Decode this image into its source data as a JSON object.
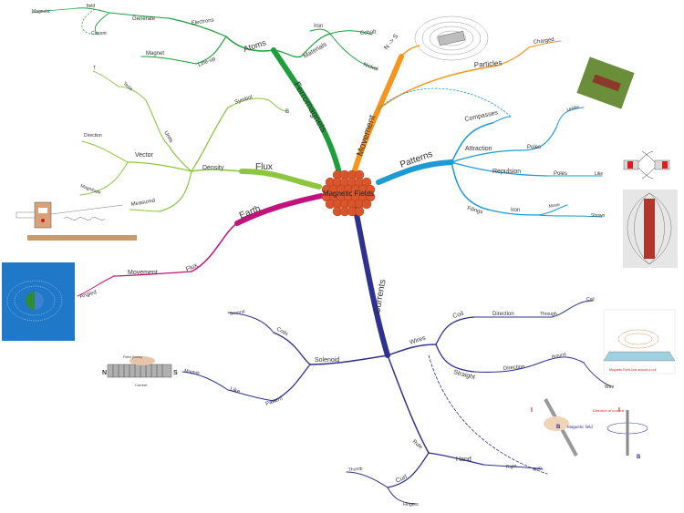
{
  "center": {
    "label": "Magnetic Fields"
  },
  "colors": {
    "green": "#1f9e3c",
    "lime": "#8cc63f",
    "orange": "#f7941d",
    "cyan": "#1b9ad6",
    "blue": "#2e3192",
    "magenta": "#c2127e",
    "sphere": "#d9552b"
  },
  "branches": {
    "ferromagnets": {
      "label": "Ferromagnets",
      "atoms": "Atoms",
      "electrons": "Electrons",
      "generate": "Generate",
      "field": "field",
      "magnetic": "Magnetic",
      "current": "Current",
      "lineup": "Line-up",
      "magnet": "Magnet",
      "materials": "Materials",
      "iron": "Iron",
      "cobalt": "Cobalt",
      "nickel": "Nickel"
    },
    "movement": {
      "label": "Movement",
      "ns": "N -> S",
      "particles": "Particles",
      "charged": "Charged"
    },
    "patterns": {
      "label": "Patterns",
      "compasses": "Compasses",
      "attraction": "Attraction",
      "poles_a": "Poles",
      "unlike": "Unlike",
      "repulsion": "Repulsion",
      "poles_r": "Poles",
      "like": "Like",
      "filings": "Filings",
      "iron": "Iron",
      "move": "Move",
      "shown": "Shown"
    },
    "flux": {
      "label": "Flux",
      "symbol": "Symbol",
      "b": "B",
      "density": "Density",
      "units": "Units",
      "tesla": "Tesla",
      "t": "T",
      "vector": "Vector",
      "direction": "Direction",
      "magnitude": "Magnitude",
      "measured": "Measured"
    },
    "earth": {
      "label": "Earth",
      "flux": "Flux",
      "movement": "Movement",
      "angled": "Angled"
    },
    "currents": {
      "label": "Currents",
      "wires": "Wires",
      "coil": "Coil",
      "direction1": "Direction",
      "through": "Through",
      "coil2": "Coil",
      "straight": "Straight",
      "direction2": "Direction",
      "around": "Around",
      "wire": "Wire",
      "solenoid": "Solenoid",
      "coils": "Coils",
      "several": "Several",
      "pattern": "Pattern",
      "like": "Like",
      "magnet": "Magnet",
      "rule": "Rule",
      "hand": "Hand",
      "right": "Right",
      "grip": "Grip",
      "curl": "Curl",
      "thumb": "Thumb",
      "fingers": "Fingers"
    }
  },
  "images": {
    "solenoid": {
      "field_label": "Field (lines)",
      "current": "Current",
      "n": "N",
      "s": "S"
    },
    "coil_field": {
      "caption": "Magnetic Field Line around a coil"
    },
    "grip": {
      "current_dir": "Direction of current",
      "mag_field": "Magnetic field",
      "i": "I",
      "b": "B"
    }
  }
}
